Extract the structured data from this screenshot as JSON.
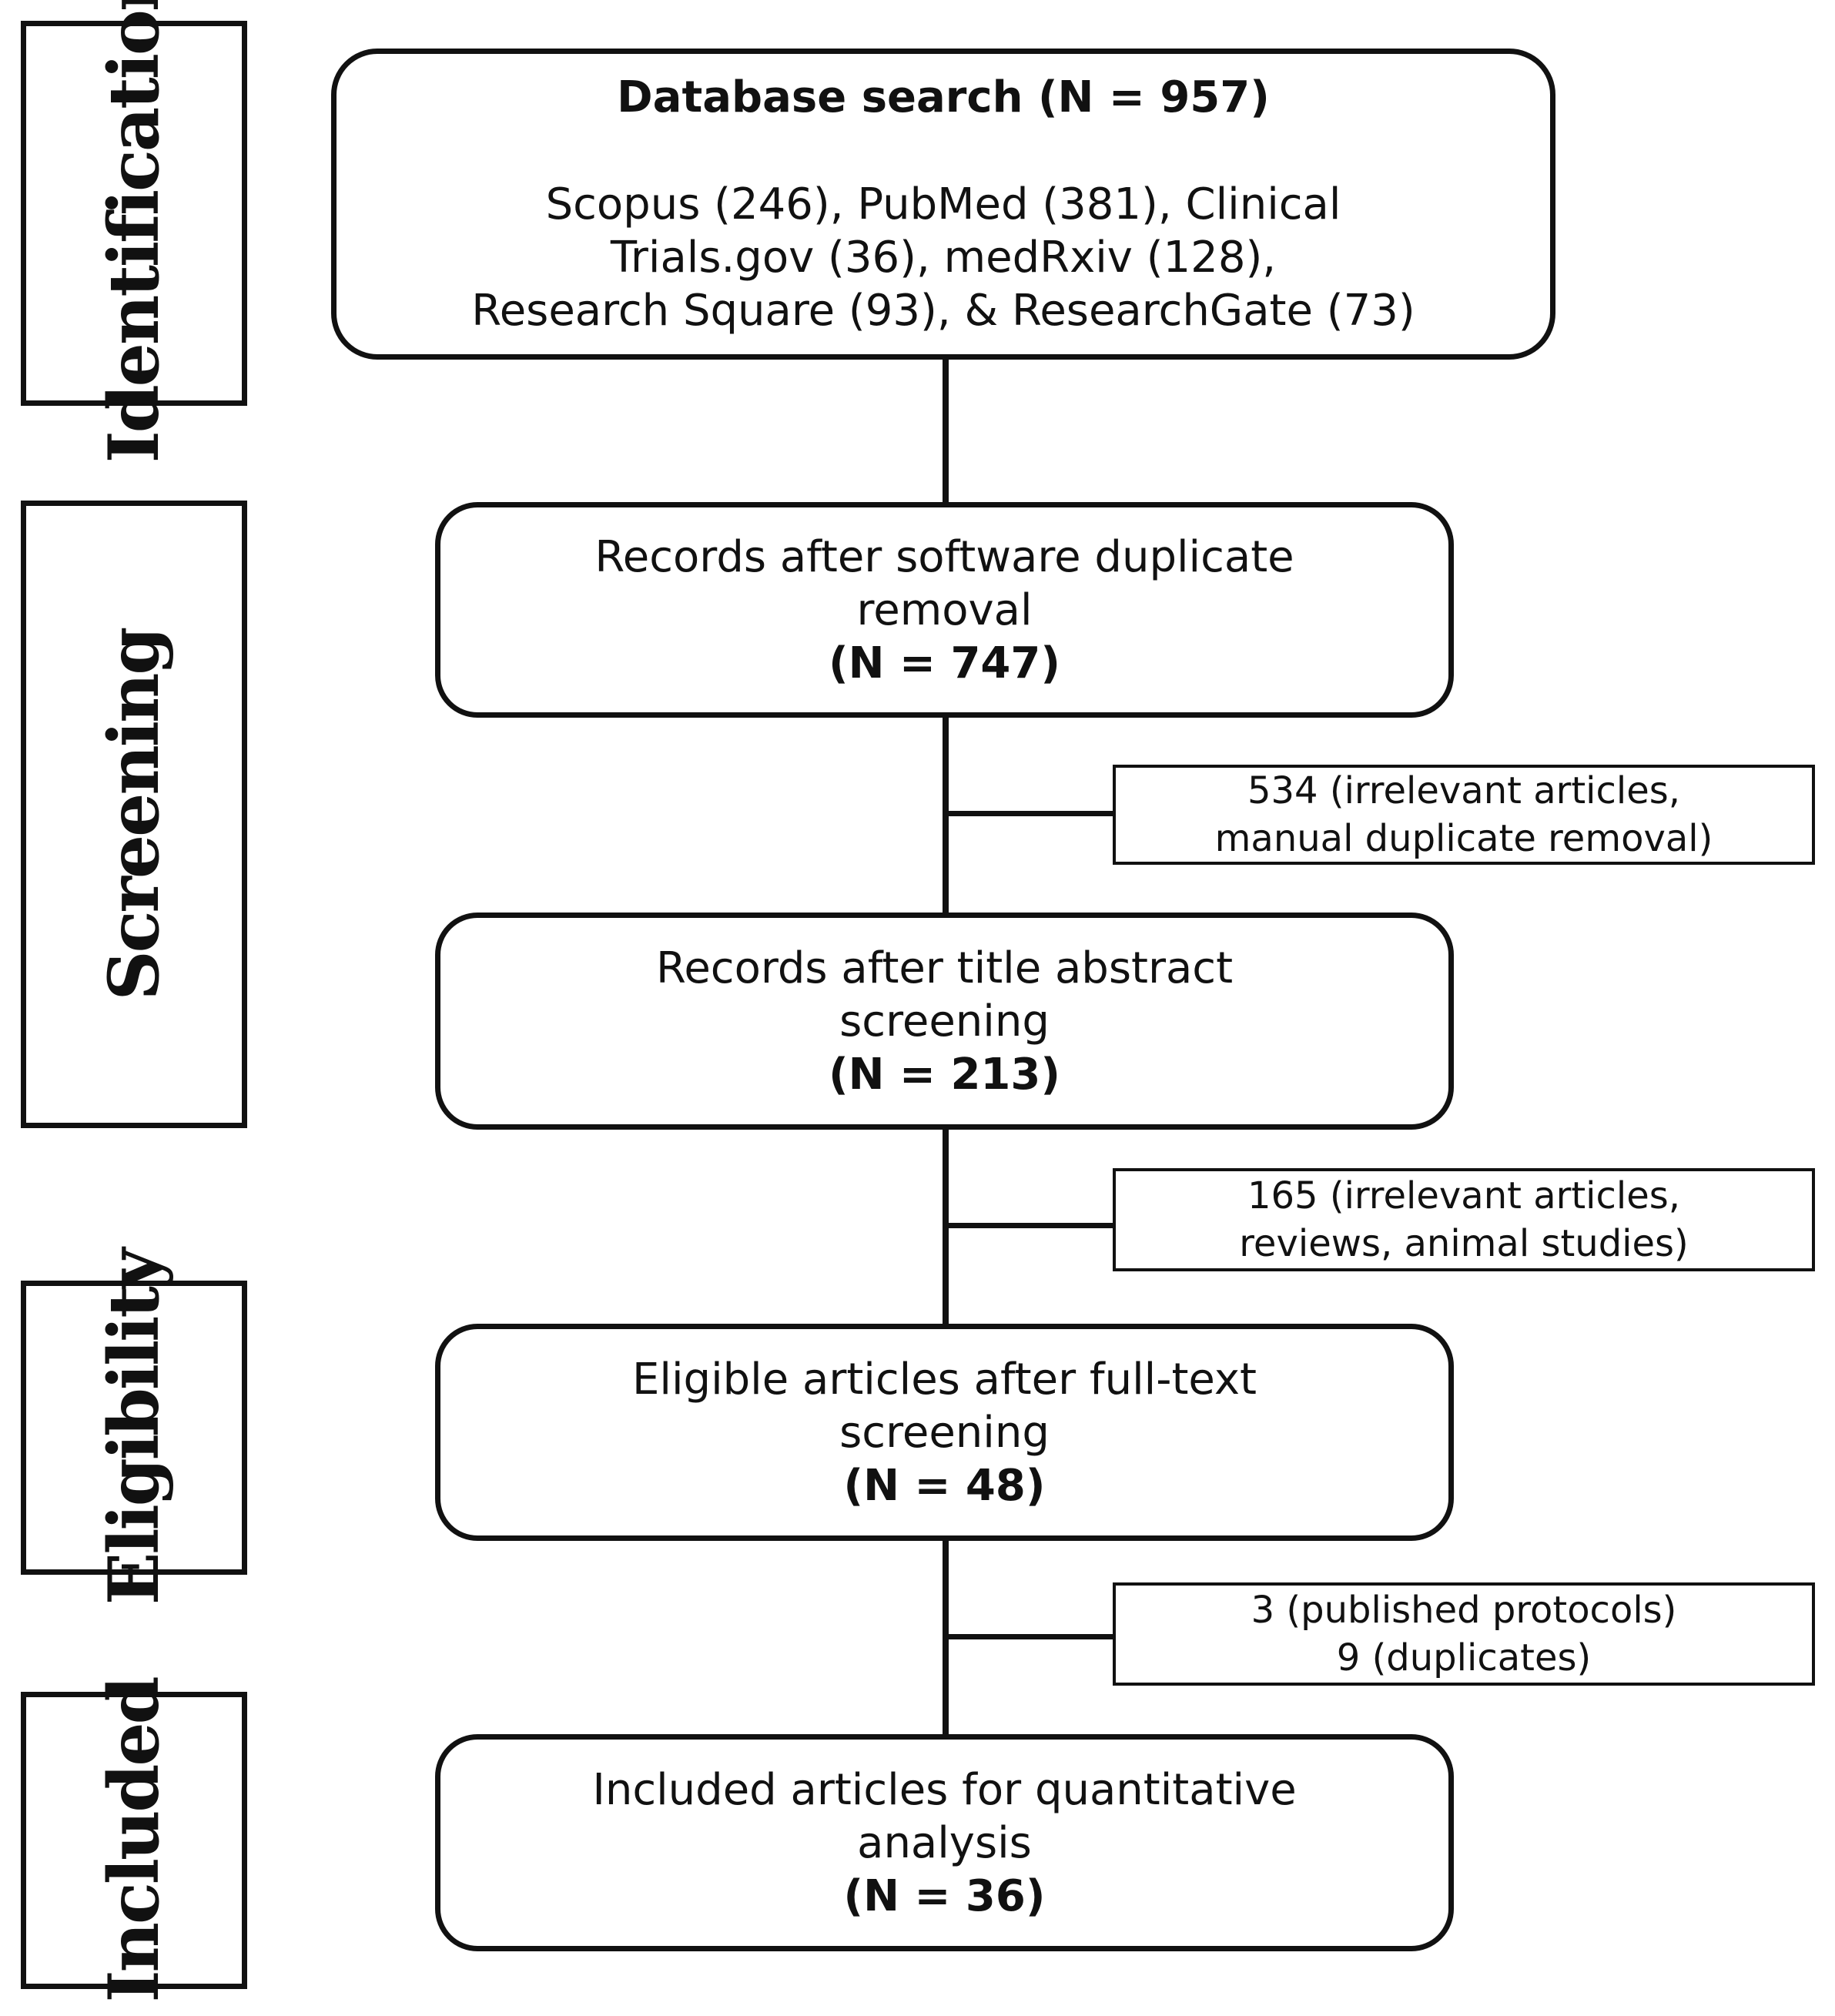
{
  "stages": {
    "identification": "Identification",
    "screening": "Screening",
    "eligibility": "Eligibility",
    "included": "Included"
  },
  "boxes": {
    "database_search": {
      "title": "Database search (N = 957)",
      "sources": "Scopus (246), PubMed (381), Clinical\nTrials.gov (36), medRxiv (128),\nResearch Square (93), & ResearchGate (73)"
    },
    "after_software_dedup": {
      "title": "Records after software duplicate\nremoval",
      "count": "(N = 747)"
    },
    "after_title_abstract": {
      "title": "Records after title abstract\nscreening",
      "count": "(N = 213)"
    },
    "eligible_full_text": {
      "title": "Eligible articles after full-text\nscreening",
      "count": "(N = 48)"
    },
    "included_quantitative": {
      "title": "Included articles for quantitative\nanalysis",
      "count": "(N = 36)"
    }
  },
  "exclusions": {
    "first": "534 (irrelevant articles,\nmanual duplicate removal)",
    "second": "165 (irrelevant articles,\nreviews, animal studies)",
    "third": "3 (published protocols)\n9 (duplicates)"
  }
}
